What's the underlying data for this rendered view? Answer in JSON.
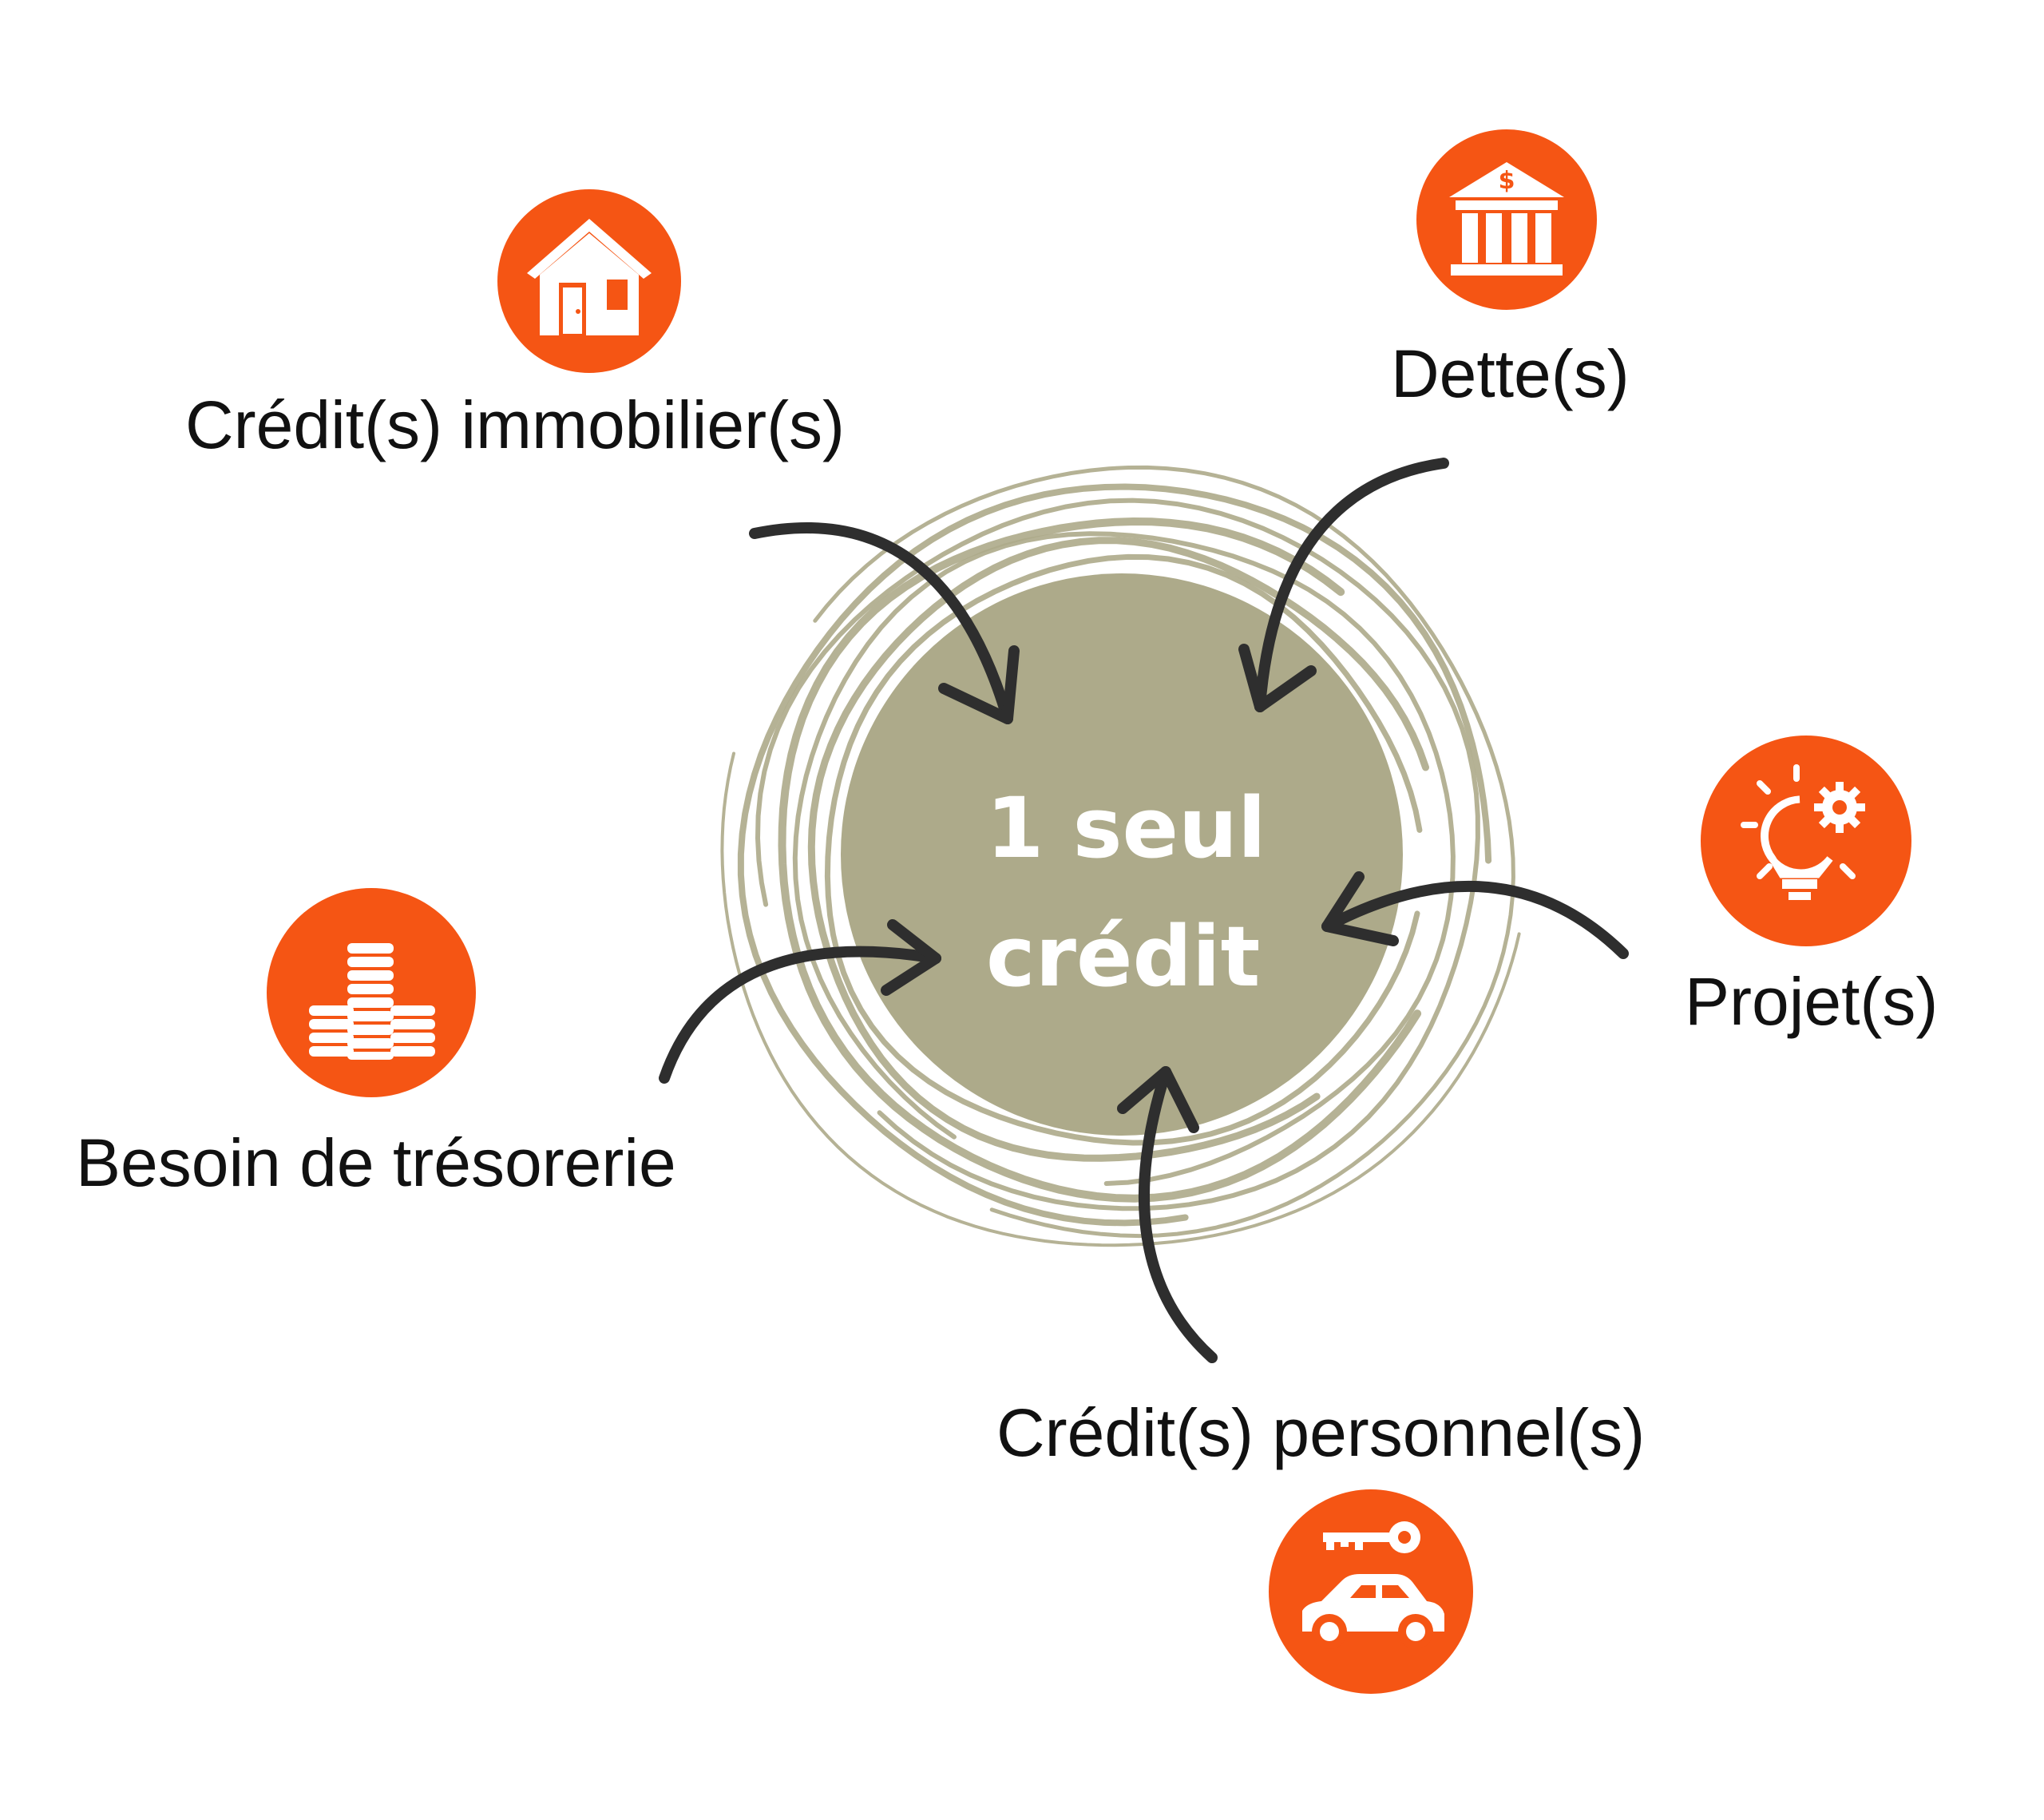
{
  "center": {
    "line1": "1 seul",
    "line2": "crédit",
    "fill_color": "#ADAA8A",
    "ring_color": "#ADAA8A"
  },
  "items": [
    {
      "id": "credit-immobilier",
      "label": "Crédit(s) immobilier(s)",
      "icon": "house-icon"
    },
    {
      "id": "dettes",
      "label": "Dette(s)",
      "icon": "bank-icon"
    },
    {
      "id": "projets",
      "label": "Projet(s)",
      "icon": "lightbulb-gear-icon"
    },
    {
      "id": "credit-personnel",
      "label": "Crédit(s) personnel(s)",
      "icon": "car-key-icon"
    },
    {
      "id": "tresorerie",
      "label": "Besoin de trésorerie",
      "icon": "coin-stacks-icon"
    }
  ],
  "colors": {
    "accent": "#F55514",
    "arrow": "#2E2E2E",
    "text": "#111111",
    "background": "#FFFFFF"
  }
}
